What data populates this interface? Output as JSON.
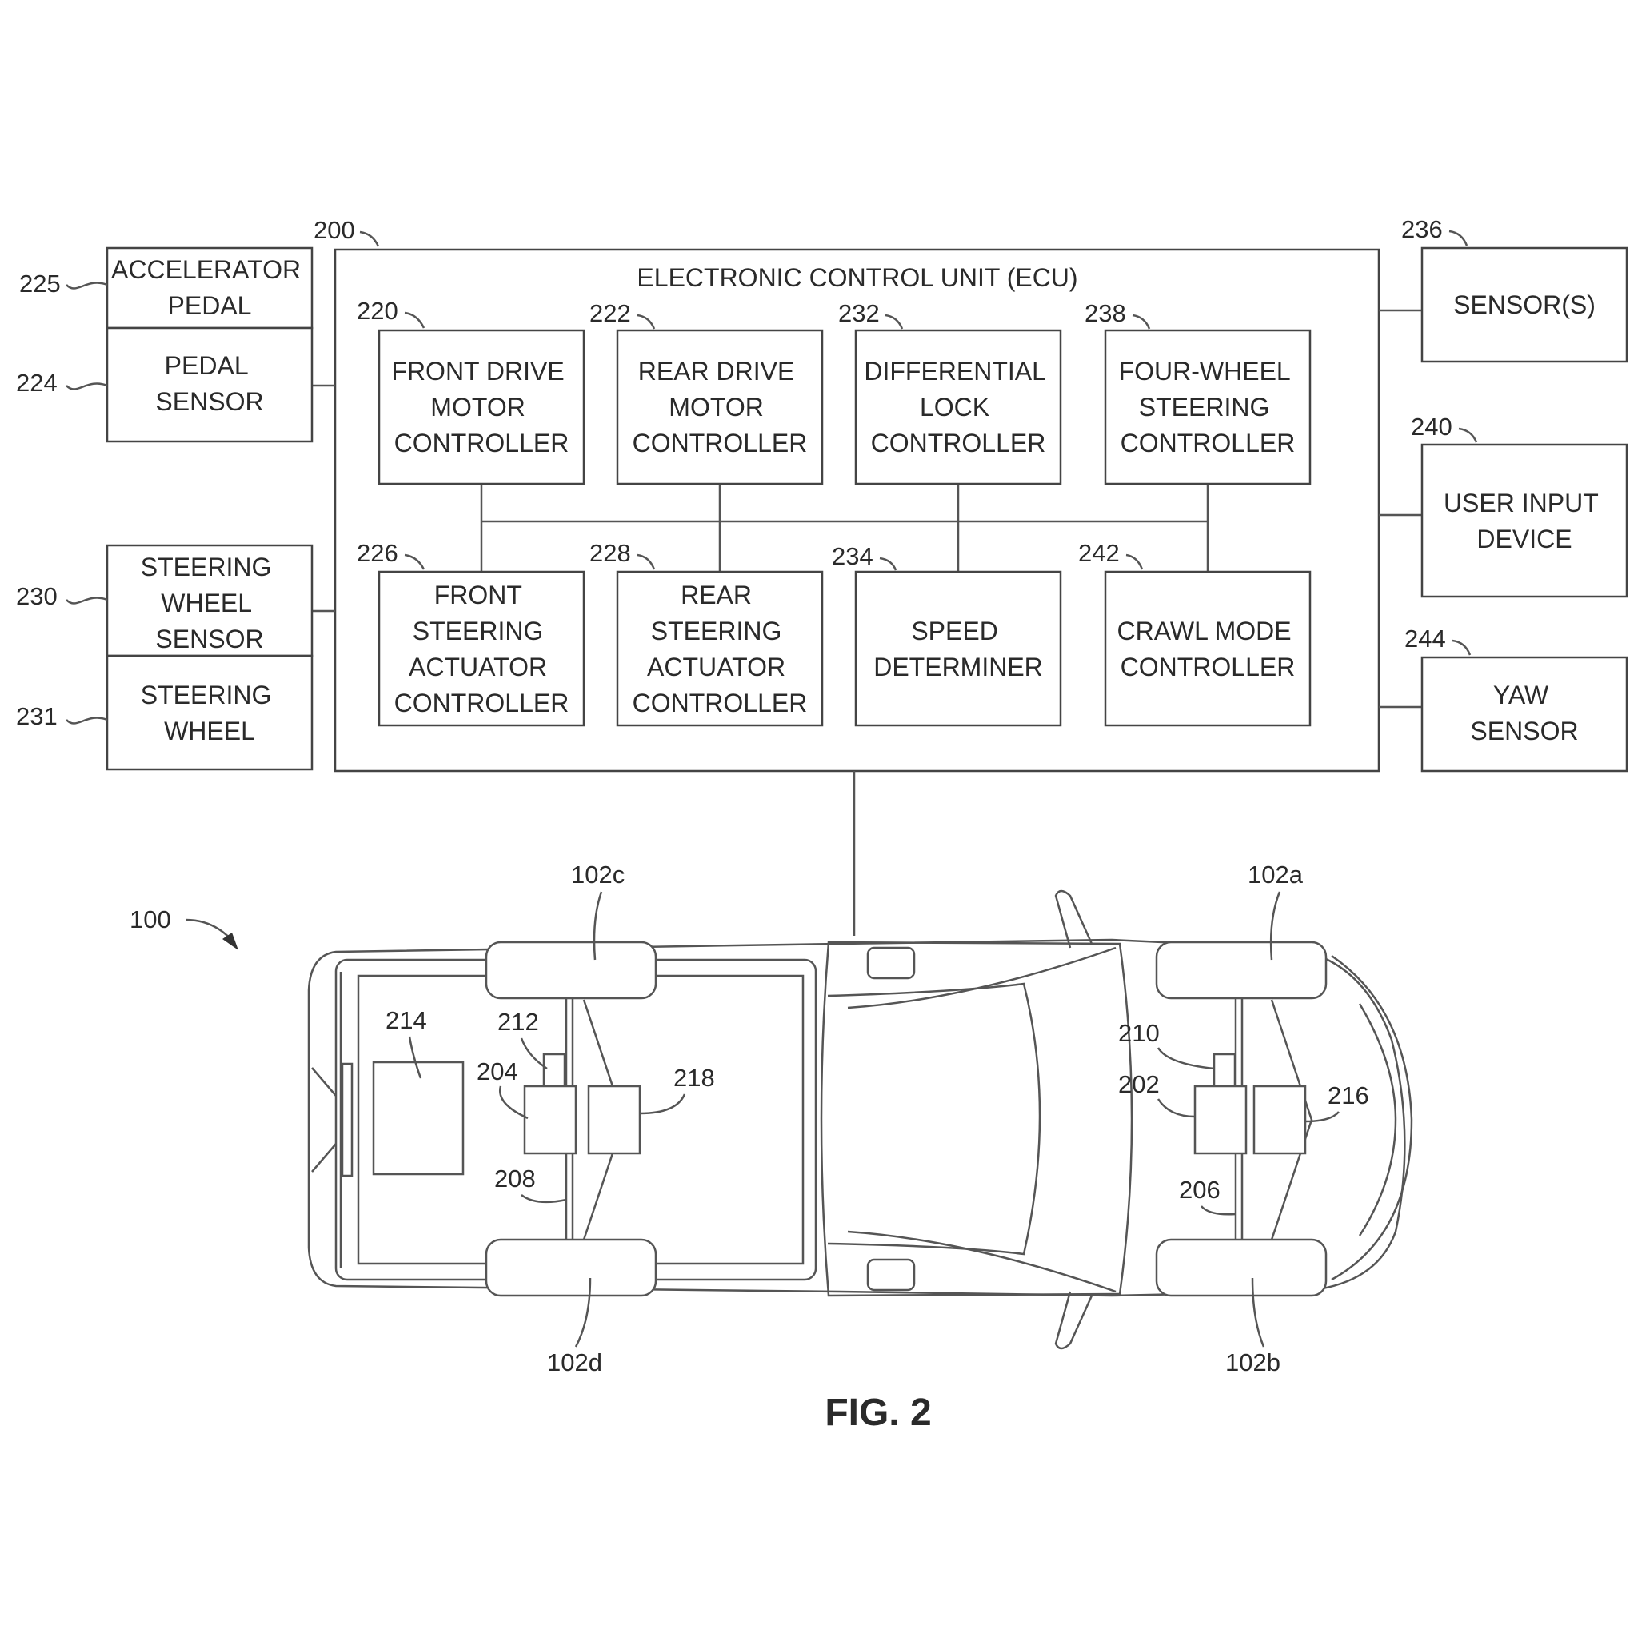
{
  "figure_title": "FIG. 2",
  "ecu": {
    "ref": "200",
    "title": "ELECTRONIC CONTROL UNIT (ECU)",
    "blocks": [
      {
        "ref": "220",
        "lines": [
          "FRONT DRIVE",
          "MOTOR",
          "CONTROLLER"
        ]
      },
      {
        "ref": "222",
        "lines": [
          "REAR DRIVE",
          "MOTOR",
          "CONTROLLER"
        ]
      },
      {
        "ref": "232",
        "lines": [
          "DIFFERENTIAL",
          "LOCK",
          "CONTROLLER"
        ]
      },
      {
        "ref": "238",
        "lines": [
          "FOUR-WHEEL",
          "STEERING",
          "CONTROLLER"
        ]
      },
      {
        "ref": "226",
        "lines": [
          "FRONT",
          "STEERING",
          "ACTUATOR",
          "CONTROLLER"
        ]
      },
      {
        "ref": "228",
        "lines": [
          "REAR",
          "STEERING",
          "ACTUATOR",
          "CONTROLLER"
        ]
      },
      {
        "ref": "234",
        "lines": [
          "SPEED",
          "DETERMINER"
        ]
      },
      {
        "ref": "242",
        "lines": [
          "CRAWL MODE",
          "CONTROLLER"
        ]
      }
    ]
  },
  "left_blocks": [
    {
      "ref": "225",
      "lines": [
        "ACCELERATOR",
        "PEDAL"
      ]
    },
    {
      "ref": "224",
      "lines": [
        "PEDAL",
        "SENSOR"
      ]
    },
    {
      "ref": "230",
      "lines": [
        "STEERING",
        "WHEEL",
        "SENSOR"
      ]
    },
    {
      "ref": "231",
      "lines": [
        "STEERING",
        "WHEEL"
      ]
    }
  ],
  "right_blocks": [
    {
      "ref": "236",
      "lines": [
        "SENSOR(S)"
      ]
    },
    {
      "ref": "240",
      "lines": [
        "USER INPUT",
        "DEVICE"
      ]
    },
    {
      "ref": "244",
      "lines": [
        "YAW",
        "SENSOR"
      ]
    }
  ],
  "vehicle": {
    "ref": "100",
    "wheel_refs": [
      "102a",
      "102b",
      "102c",
      "102d"
    ],
    "part_refs": [
      "202",
      "204",
      "206",
      "208",
      "210",
      "212",
      "214",
      "216",
      "218"
    ]
  }
}
